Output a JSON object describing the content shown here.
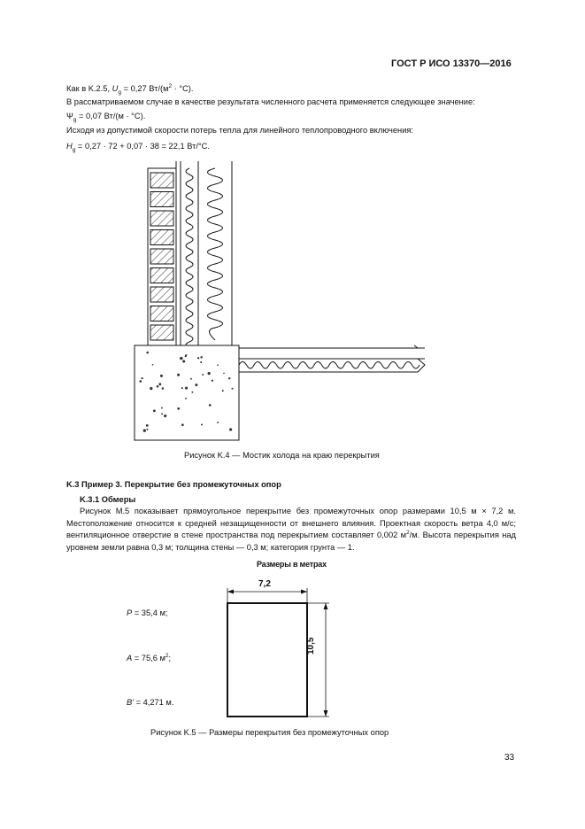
{
  "header": {
    "standard": "ГОСТ Р ИСО 13370—2016"
  },
  "top_lines": {
    "line1_pre": "Как в K.2.5, ",
    "line1_var": "U",
    "line1_sub": "g",
    "line1_post": " = 0,27 Вт/(м",
    "line1_sup": "2",
    "line1_end": " · °С).",
    "line2": "В рассматриваемом случае в качестве результата численного расчета применяется следующее значение:",
    "line3_var": "Ψ",
    "line3_sub": "g",
    "line3_post": " = 0,07 Вт/(м · °С).",
    "line4": "Исходя из допустимой скорости потерь тепла для линейного теплопроводного включения:",
    "line5_var": "H",
    "line5_sub": "g",
    "line5_post": " = 0,27 · 72 + 0,07 · 38 = 22,1 Вт/°С."
  },
  "figure_k4": {
    "caption": "Рисунок K.4 — Мостик холода на краю перекрытия"
  },
  "section": {
    "heading": "K.3  Пример 3.  Перекрытие без промежуточных опор",
    "subheading": "K.3.1  Обмеры",
    "body_pre": "Рисунок М.5 показывает прямоугольное перекрытие без промежуточных опор размерами 10,5 м × 7,2 м. Местоположение относится к средней незащищенности от внешнего влияния. Проектная скорость ветра 4,0 м/с; вентиляционное отверстие в стене пространства под перекрытием составляет 0,002 м",
    "body_sup": "2",
    "body_post": "/м. Высота перекрытия над уровнем земли равна 0,3 м; толщина стены — 0,3 м; категория грунта — 1."
  },
  "figure_k5": {
    "units_label": "Размеры в метрах",
    "dim_width": "7,2",
    "dim_height": "10,5",
    "p_label": "P",
    "p_value": " = 35,4 м;",
    "a_label": "A",
    "a_value": " = 75,6 м",
    "a_sup": "2",
    "a_end": ";",
    "b_label": "B'",
    "b_value": " = 4,271 м.",
    "caption": "Рисунок K.5 — Размеры перекрытия без промежуточных опор"
  },
  "footer": {
    "page_number": "33"
  }
}
